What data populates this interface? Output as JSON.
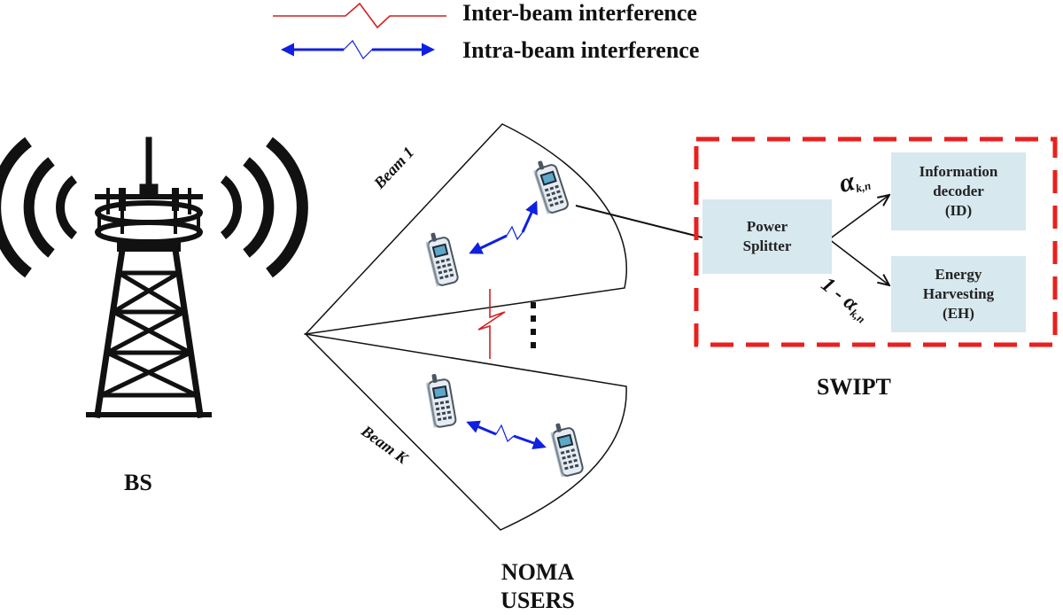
{
  "legend": {
    "inter_label": "Inter-beam interference",
    "intra_label": "Intra-beam interference"
  },
  "bs": {
    "label": "BS"
  },
  "beams": {
    "beam1_label": "Beam 1",
    "beamk_label": "Beam K"
  },
  "noma": {
    "line1": "NOMA",
    "line2": "USERS"
  },
  "swipt": {
    "label": "SWIPT",
    "power_splitter": [
      "Power",
      "Splitter"
    ],
    "info_decoder": [
      "Information",
      "decoder",
      "(ID)"
    ],
    "energy_harvesting": [
      "Energy",
      "Harvesting",
      "(EH)"
    ],
    "alpha_top": "α",
    "alpha_top_sub": "k,n",
    "alpha_bottom": "1 - α",
    "alpha_bottom_sub": "k,n"
  },
  "colors": {
    "inter": "#d42020",
    "intra": "#1020e0",
    "swipt_border": "#e8201f",
    "box_fill": "#d7e8ef"
  },
  "icons": [
    "cell-tower-icon",
    "radio-wave-icon",
    "mobile-phone-icon",
    "ellipsis-icon"
  ]
}
